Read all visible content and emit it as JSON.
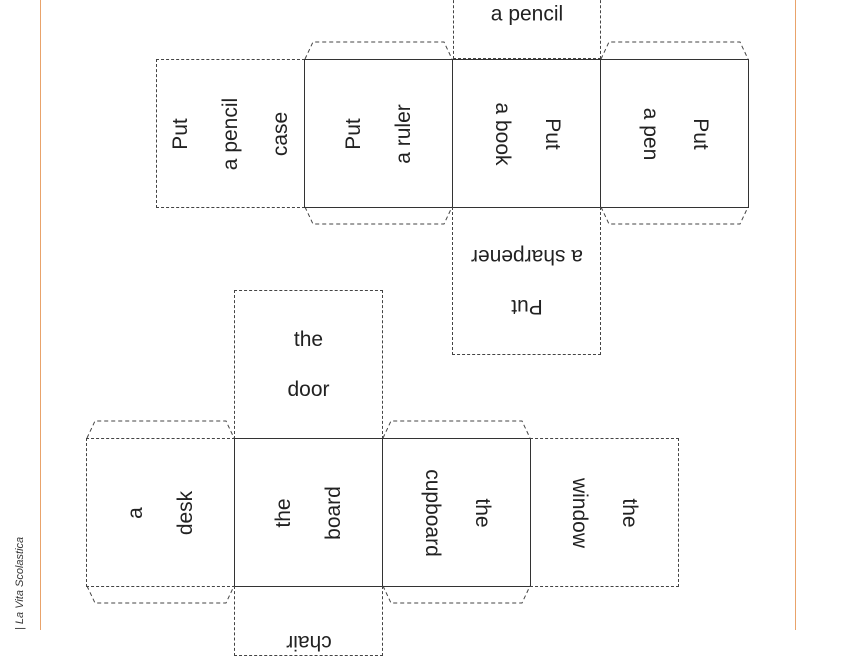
{
  "sidebar_credit": "| La Vita Scolastica",
  "cube1": {
    "top_flap": "a pencil",
    "faces": [
      {
        "line1": "Put",
        "line2": "a pencil",
        "line3": "case"
      },
      {
        "line1": "Put",
        "line2": "a ruler"
      },
      {
        "line1": "Put",
        "line2": "a book"
      },
      {
        "line1": "Put",
        "line2": "a pen"
      }
    ],
    "bottom_flap": {
      "line1": "Put",
      "line2": "a sharpener"
    }
  },
  "cube2": {
    "top_flap": {
      "line1": "the",
      "line2": "door"
    },
    "faces": [
      {
        "line1": "a",
        "line2": "desk"
      },
      {
        "line1": "the",
        "line2": "board"
      },
      {
        "line1": "the",
        "line2": "cupboard"
      },
      {
        "line1": "the",
        "line2": "window"
      }
    ],
    "bottom_flap_partial": "chair"
  }
}
